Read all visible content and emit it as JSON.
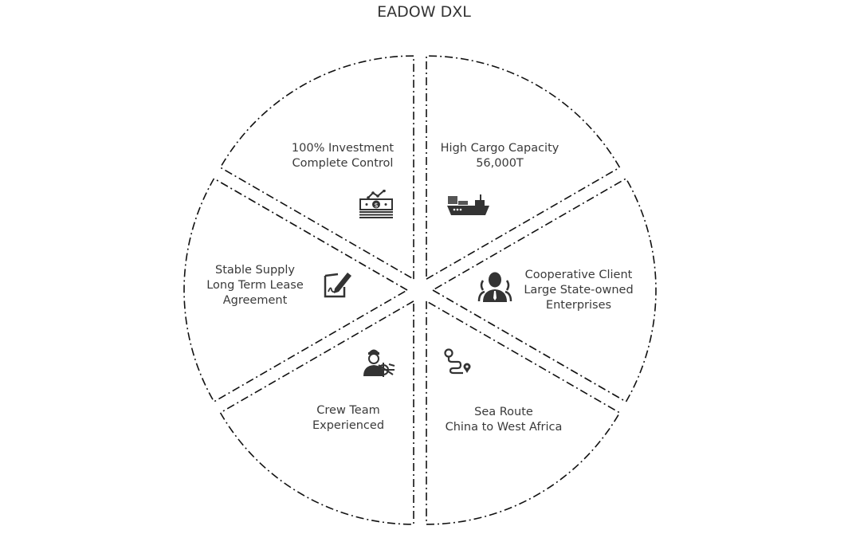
{
  "title": "EADOW DXL",
  "segments": [
    {
      "id": "investment",
      "lines": [
        "100% Investment",
        "Complete Control"
      ],
      "icon": "money-growth-icon"
    },
    {
      "id": "cargo",
      "lines": [
        "High Cargo Capacity",
        "56,000T"
      ],
      "icon": "cargo-ship-icon"
    },
    {
      "id": "client",
      "lines": [
        "Cooperative Client",
        "Large State-owned",
        "Enterprises"
      ],
      "icon": "business-people-icon"
    },
    {
      "id": "route",
      "lines": [
        "Sea Route",
        "China to West Africa"
      ],
      "icon": "route-icon"
    },
    {
      "id": "crew",
      "lines": [
        "Crew Team",
        "Experienced"
      ],
      "icon": "captain-icon"
    },
    {
      "id": "supply",
      "lines": [
        "Stable Supply",
        "Long Term Lease",
        "Agreement"
      ],
      "icon": "signed-contract-icon"
    }
  ],
  "colors": {
    "stroke": "#111111",
    "text": "#3a3a3a",
    "icon": "#333333"
  }
}
